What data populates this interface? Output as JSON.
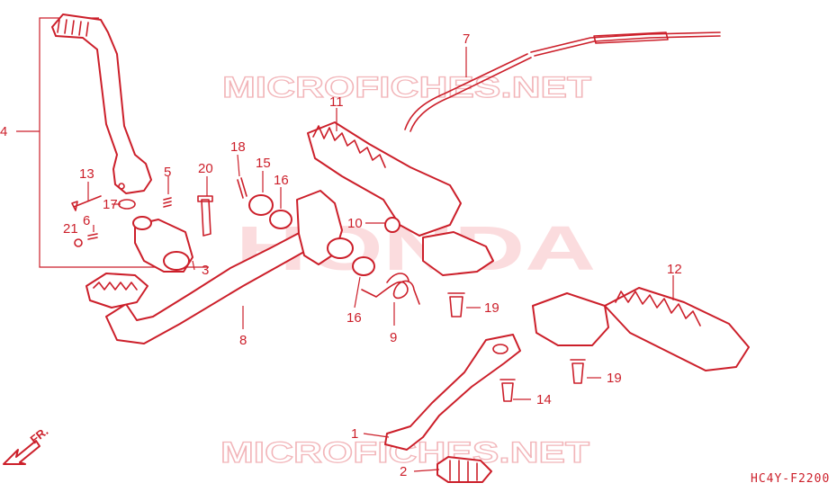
{
  "watermarks": {
    "site_top": "MICROFICHES.NET",
    "site_bottom": "MICROFICHES.NET",
    "brand": "HONDA"
  },
  "diagram_code": "HC4Y-F2200",
  "front_marker": "FR.",
  "callouts": {
    "c1": "1",
    "c2": "2",
    "c3": "3",
    "c4": "4",
    "c5": "5",
    "c6": "6",
    "c7": "7",
    "c8": "8",
    "c9": "9",
    "c10": "10",
    "c11": "11",
    "c12": "12",
    "c13": "13",
    "c14": "14",
    "c15": "15",
    "c16a": "16",
    "c16b": "16",
    "c17": "17",
    "c18": "18",
    "c19a": "19",
    "c19b": "19",
    "c20": "20",
    "c21": "21"
  },
  "colors": {
    "line": "#cc1f2a",
    "watermark": "#f2b5b9",
    "brand_fill": "#fbdcde"
  }
}
